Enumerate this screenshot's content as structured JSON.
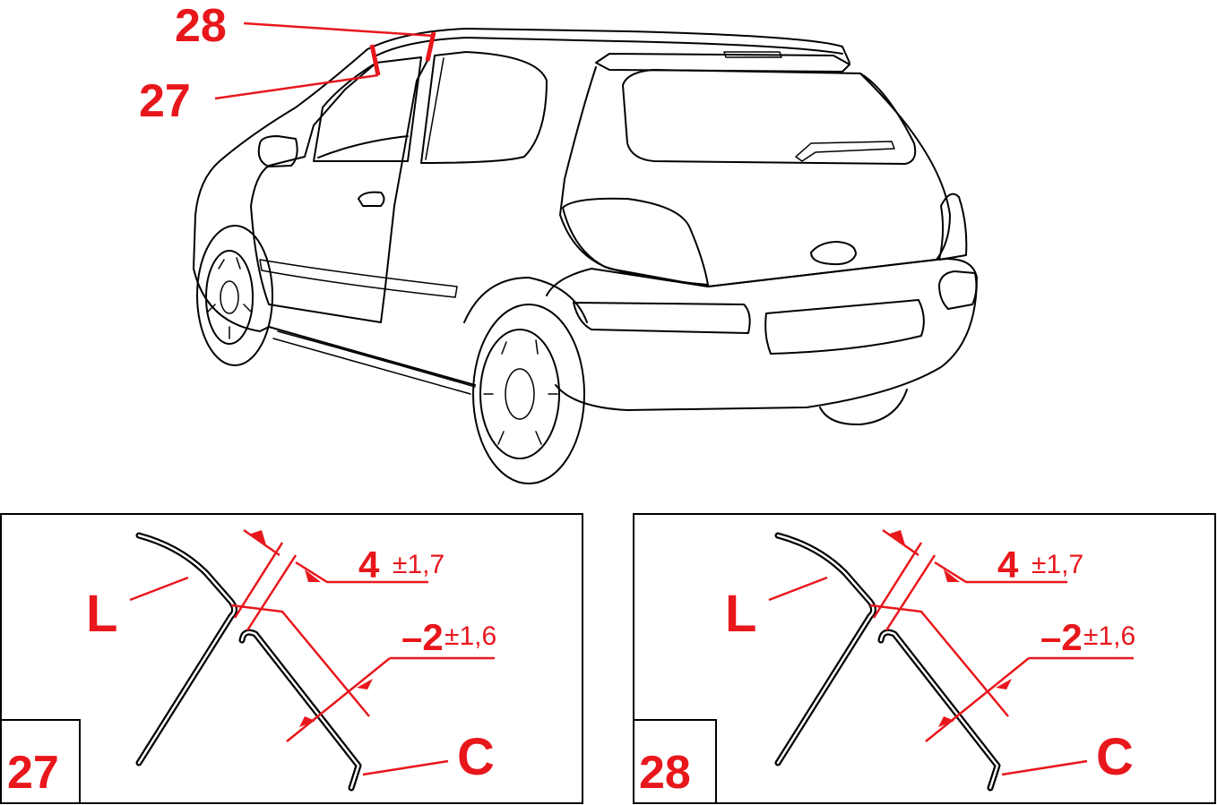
{
  "callouts": {
    "top": "28",
    "bottom": "27"
  },
  "details": [
    {
      "number": "27",
      "label_top": "L",
      "label_bottom": "C",
      "gap_value": "4",
      "gap_tolerance": "±1,7",
      "flush_value": "–2",
      "flush_tolerance": "±1,6"
    },
    {
      "number": "28",
      "label_top": "L",
      "label_bottom": "C",
      "gap_value": "4",
      "gap_tolerance": "±1,7",
      "flush_value": "–2",
      "flush_tolerance": "±1,6"
    }
  ],
  "colors": {
    "annotation": "#e8171c",
    "line": "#000000"
  }
}
